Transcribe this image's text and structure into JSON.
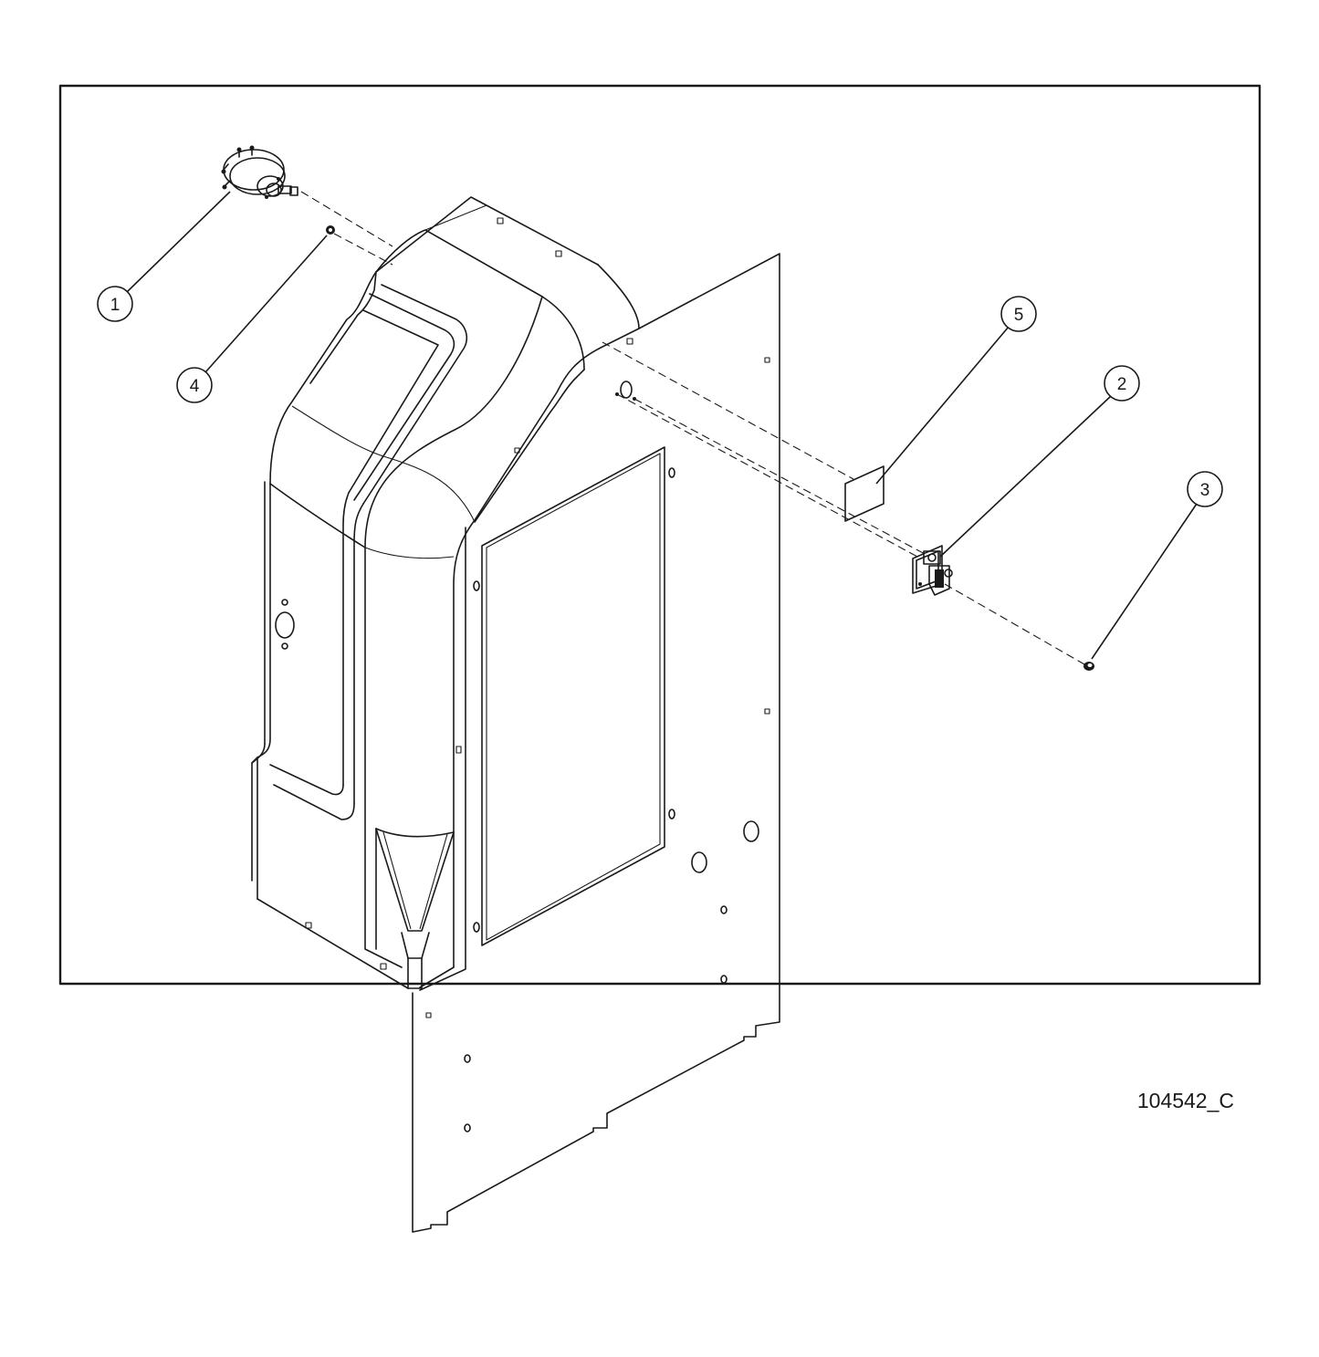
{
  "drawing_number": "104542_C",
  "callouts": [
    {
      "number": "1"
    },
    {
      "number": "2"
    },
    {
      "number": "3"
    },
    {
      "number": "4"
    },
    {
      "number": "5"
    }
  ],
  "colors": {
    "line": "#1a1a1a",
    "background": "#ffffff"
  }
}
